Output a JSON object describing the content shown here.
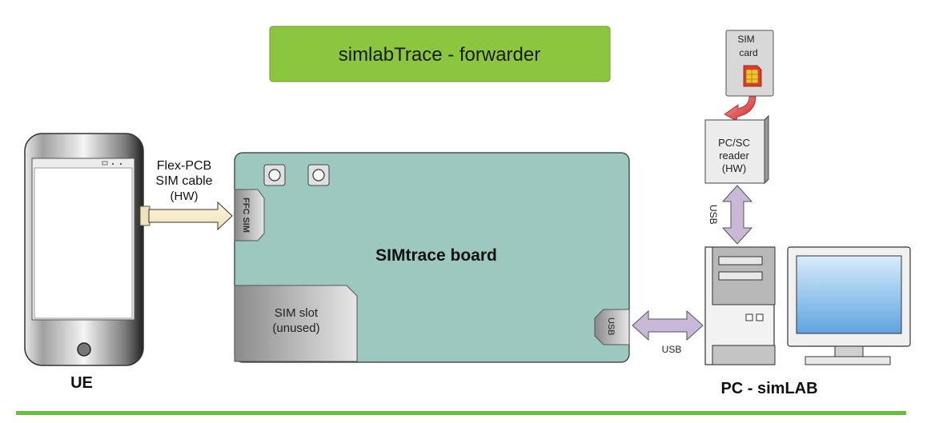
{
  "title": "simlabTrace - forwarder",
  "ue": {
    "label": "UE"
  },
  "cable": {
    "line1": "Flex-PCB",
    "line2": "SIM cable",
    "line3": "(HW)"
  },
  "board": {
    "label": "SIMtrace board",
    "ffc_label": "FFC SIM",
    "usb_label": "USB",
    "sim_slot_line1": "SIM slot",
    "sim_slot_line2": "(unused)"
  },
  "sim_card": {
    "line1": "SIM",
    "line2": "card"
  },
  "reader": {
    "line1": "PC/SC",
    "line2": "reader",
    "line3": "(HW)"
  },
  "usb_vertical_label": "USB",
  "usb_horizontal_label": "USB",
  "pc": {
    "label": "PC - simLAB"
  },
  "colors": {
    "title_bg": "#8cc63f",
    "board_bg": "#9dc8bf",
    "bottom_line": "#6abf3a",
    "arrow_fill": "#c9b8d8",
    "screen_blue": "#7fb8e8"
  }
}
